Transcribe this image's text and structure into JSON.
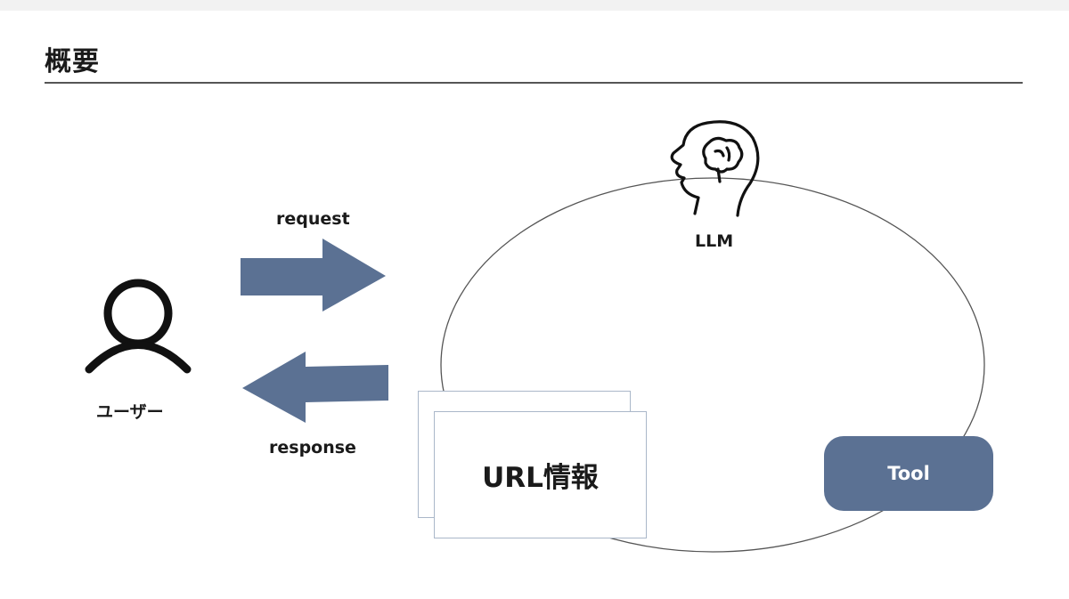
{
  "slide": {
    "title": "概要"
  },
  "diagram": {
    "user_label": "ユーザー",
    "request_label": "request",
    "response_label": "response",
    "llm_label": "LLM",
    "url_info_label": "URL情報",
    "tool_label": "Tool",
    "icons": [
      "user-icon",
      "brain-head-icon"
    ],
    "colors": {
      "arrow": "#5b7193",
      "tool": "#5b7193",
      "card_border": "#aab7c9"
    }
  }
}
